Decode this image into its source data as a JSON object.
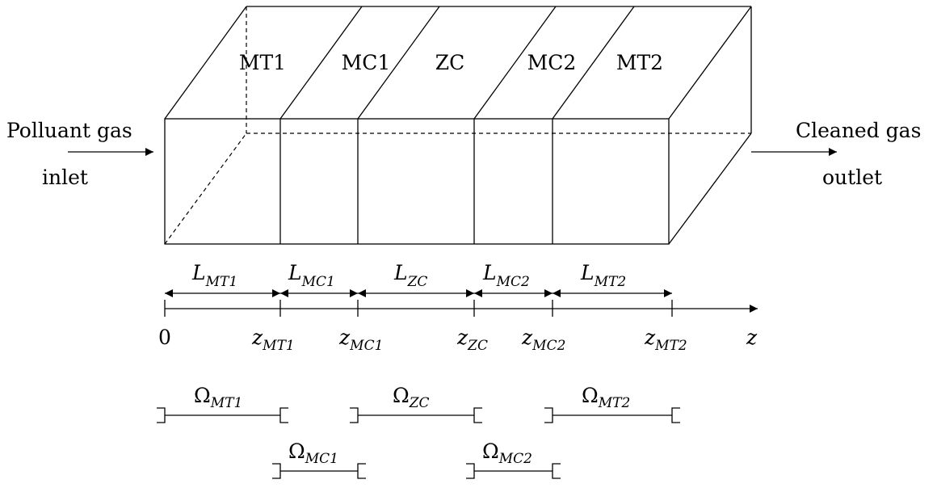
{
  "zones": [
    "MT1",
    "MC1",
    "ZC",
    "MC2",
    "MT2"
  ],
  "inlet": {
    "line1": "Polluant gas",
    "line2": "inlet"
  },
  "outlet": {
    "line1": "Cleaned gas",
    "line2": "outlet"
  },
  "lengths": [
    {
      "sym": "L",
      "sub": "MT1"
    },
    {
      "sym": "L",
      "sub": "MC1"
    },
    {
      "sym": "L",
      "sub": "ZC"
    },
    {
      "sym": "L",
      "sub": "MC2"
    },
    {
      "sym": "L",
      "sub": "MT2"
    }
  ],
  "axis": {
    "origin": "0",
    "var": "z",
    "ticks": [
      {
        "sym": "z",
        "sub": "MT1"
      },
      {
        "sym": "z",
        "sub": "MC1"
      },
      {
        "sym": "z",
        "sub": "ZC"
      },
      {
        "sym": "z",
        "sub": "MC2"
      },
      {
        "sym": "z",
        "sub": "MT2"
      }
    ]
  },
  "domains": [
    {
      "sym": "Ω",
      "sub": "MT1"
    },
    {
      "sym": "Ω",
      "sub": "ZC"
    },
    {
      "sym": "Ω",
      "sub": "MT2"
    },
    {
      "sym": "Ω",
      "sub": "MC1"
    },
    {
      "sym": "Ω",
      "sub": "MC2"
    }
  ]
}
